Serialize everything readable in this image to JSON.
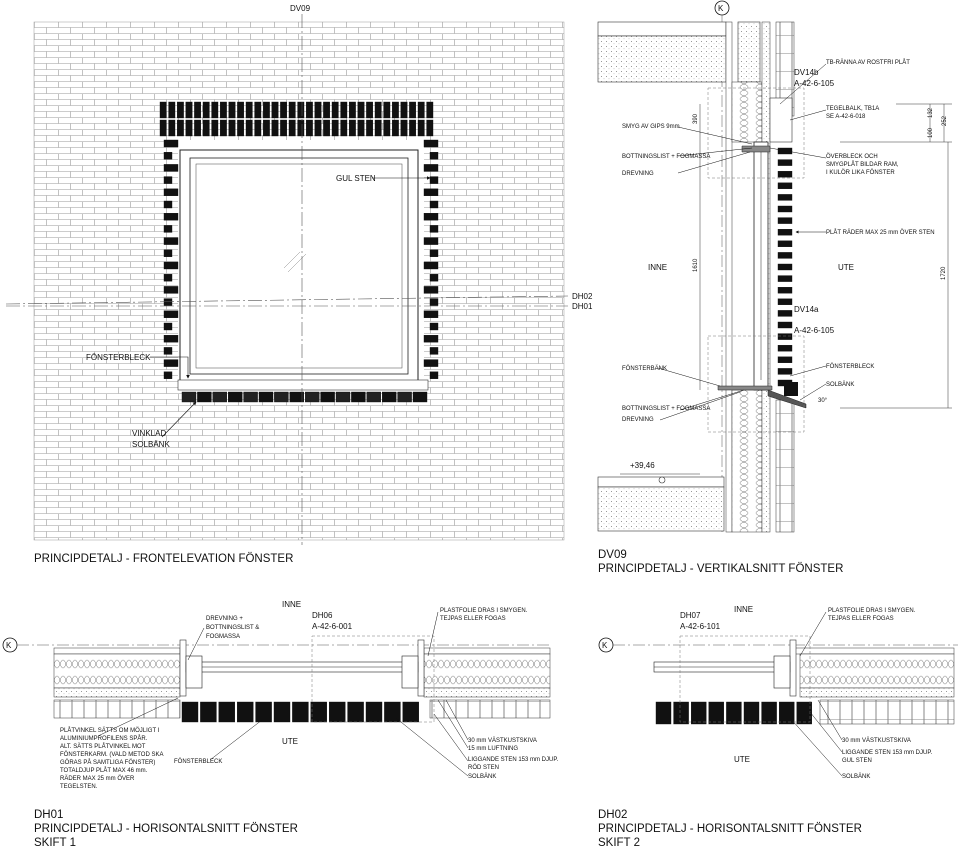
{
  "front": {
    "title": "PRINCIPDETALJ - FRONTELEVATION FÖNSTER",
    "section_top": "DV09",
    "section_dh02": "DH02",
    "section_dh01": "DH01",
    "labels": {
      "gul_sten": "GUL STEN",
      "fonsterbleck": "FÖNSTERBLECK",
      "vinklad": "VINKLAD",
      "solbank": "SOLBÄNK"
    }
  },
  "vertical": {
    "code": "DV09",
    "title": "PRINCIPDETALJ - VERTIKALSNITT FÖNSTER",
    "grid": "K",
    "inne": "INNE",
    "ute": "UTE",
    "level": "+39,46",
    "ref_top": [
      "DV14b",
      "A-42-6-105"
    ],
    "ref_bottom": [
      "DV14a",
      "A-42-6-105"
    ],
    "dims": [
      "390",
      "1610",
      "1720",
      "252",
      "132",
      "100",
      "30°"
    ],
    "left_labels": [
      "SMYG AV GIPS 9mm",
      "BOTTNINGSLIST + FOGMASSA",
      "DREVNING",
      "FÖNSTERBÄNK",
      "BOTTNINGSLIST + FOGMASSA",
      "DREVNING"
    ],
    "right_labels": [
      "TB-RÄNNA AV ROSTFRI PLÅT",
      "TEGELBALK, TB1A",
      "SE A-42-6-018",
      "ÖVERBLECK OCH",
      "SMYGPLÅT BILDAR RAM,",
      "I KULÖR LIKA FÖNSTER",
      "PLÅT RÄDER MAX 25 mm ÖVER STEN",
      "FÖNSTERBLECK",
      "SOLBÄNK"
    ]
  },
  "dh01": {
    "code": "DH01",
    "title1": "PRINCIPDETALJ - HORISONTALSNITT FÖNSTER",
    "title2": "SKIFT 1",
    "inne": "INNE",
    "ute": "UTE",
    "grid": "K",
    "ref": [
      "DH06",
      "A-42-6-001"
    ],
    "top_left": [
      "DREVNING +",
      "BOTTNINGSLIST &",
      "FOGMASSA"
    ],
    "top_right": [
      "PLASTFOLIE DRAS I SMYGEN.",
      "TEJPAS ELLER FOGAS"
    ],
    "left_note": [
      "PLÅTVINKEL SÄTTS OM MÖJLIGT I",
      "ALUMINIUMPROFILENS SPÅR.",
      "ALT. SÄTTS PLÅTVINKEL MOT",
      "FÖNSTERKARM. (VALD METOD SKA",
      "GÖRAS PÅ SAMTLIGA FÖNSTER)",
      "TOTALDJUP PLÅT MAX 46 mm.",
      "RÄDER MAX 25 mm ÖVER",
      "TEGELSTEN."
    ],
    "fonsterbleck": "FÖNSTERBLECK",
    "right_labels": [
      "30 mm VÄSTKUSTSKIVA",
      "15 mm LUFTNING",
      "LIGGANDE STEN 153 mm DJUP.",
      "RÖD STEN",
      "SOLBÄNK"
    ]
  },
  "dh02": {
    "code": "DH02",
    "title1": "PRINCIPDETALJ - HORISONTALSNITT FÖNSTER",
    "title2": "SKIFT 2",
    "inne": "INNE",
    "ute": "UTE",
    "grid": "K",
    "ref": [
      "DH07",
      "A-42-6-101"
    ],
    "top_right": [
      "PLASTFOLIE DRAS I SMYGEN.",
      "TEJPAS ELLER FOGAS"
    ],
    "right_labels": [
      "30 mm VÄSTKUSTSKIVA",
      "LIGGANDE STEN 153 mm DJUP.",
      "GUL STEN",
      "SOLBÄNK"
    ]
  }
}
